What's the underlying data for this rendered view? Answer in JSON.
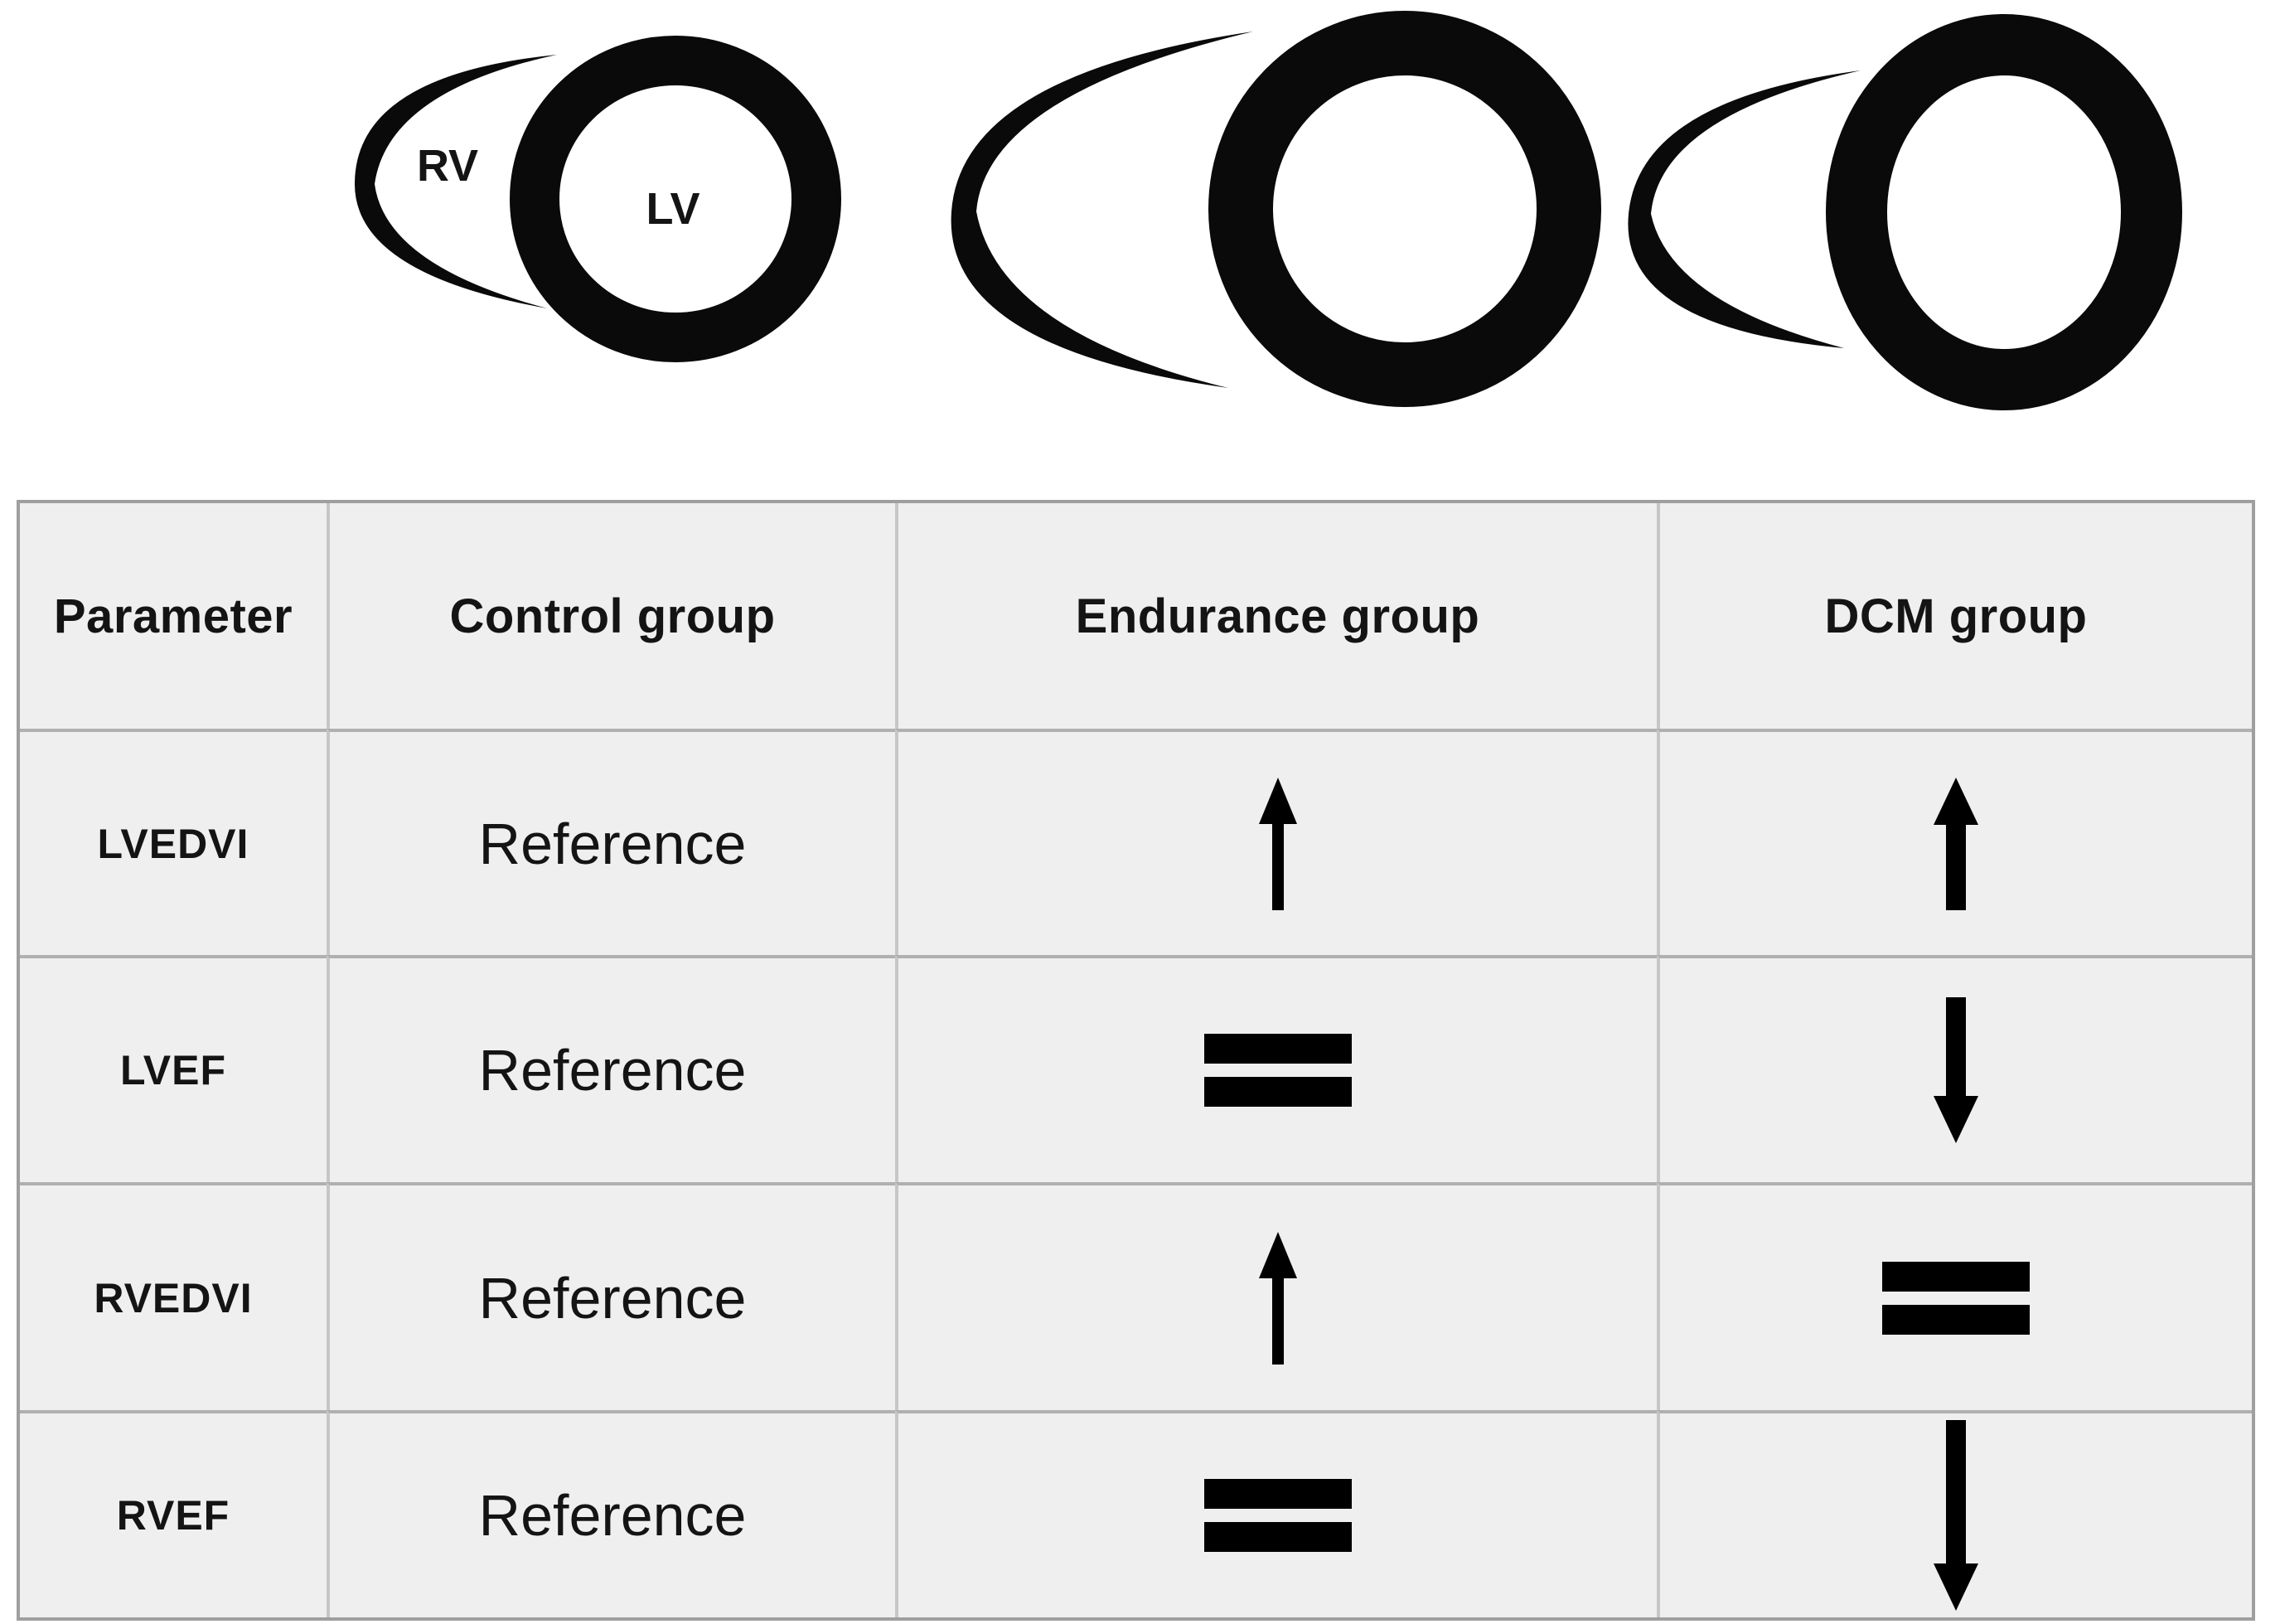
{
  "diagram": {
    "rv_label": "RV",
    "lv_label": "LV",
    "hearts": [
      {
        "name": "control-heart"
      },
      {
        "name": "endurance-heart"
      },
      {
        "name": "dcm-heart"
      }
    ]
  },
  "table": {
    "headers": [
      "Parameter",
      "Control group",
      "Endurance group",
      "DCM group"
    ],
    "rows": [
      {
        "parameter": "LVEDVI",
        "control": "Reference",
        "endurance": "arrow-up-thin",
        "dcm": "arrow-up-thick"
      },
      {
        "parameter": "LVEF",
        "control": "Reference",
        "endurance": "equals",
        "dcm": "arrow-down"
      },
      {
        "parameter": "RVEDVI",
        "control": "Reference",
        "endurance": "arrow-up-thin",
        "dcm": "equals"
      },
      {
        "parameter": "RVEF",
        "control": "Reference",
        "endurance": "equals",
        "dcm": "arrow-down-long"
      }
    ]
  },
  "colors": {
    "ink": "#0a0a0a",
    "cell_background": "#efefef",
    "border_horizontal": "#b0b0b0",
    "border_vertical": "#c6c6c6",
    "outer_border": "#9f9f9f",
    "page_background": "#ffffff"
  }
}
